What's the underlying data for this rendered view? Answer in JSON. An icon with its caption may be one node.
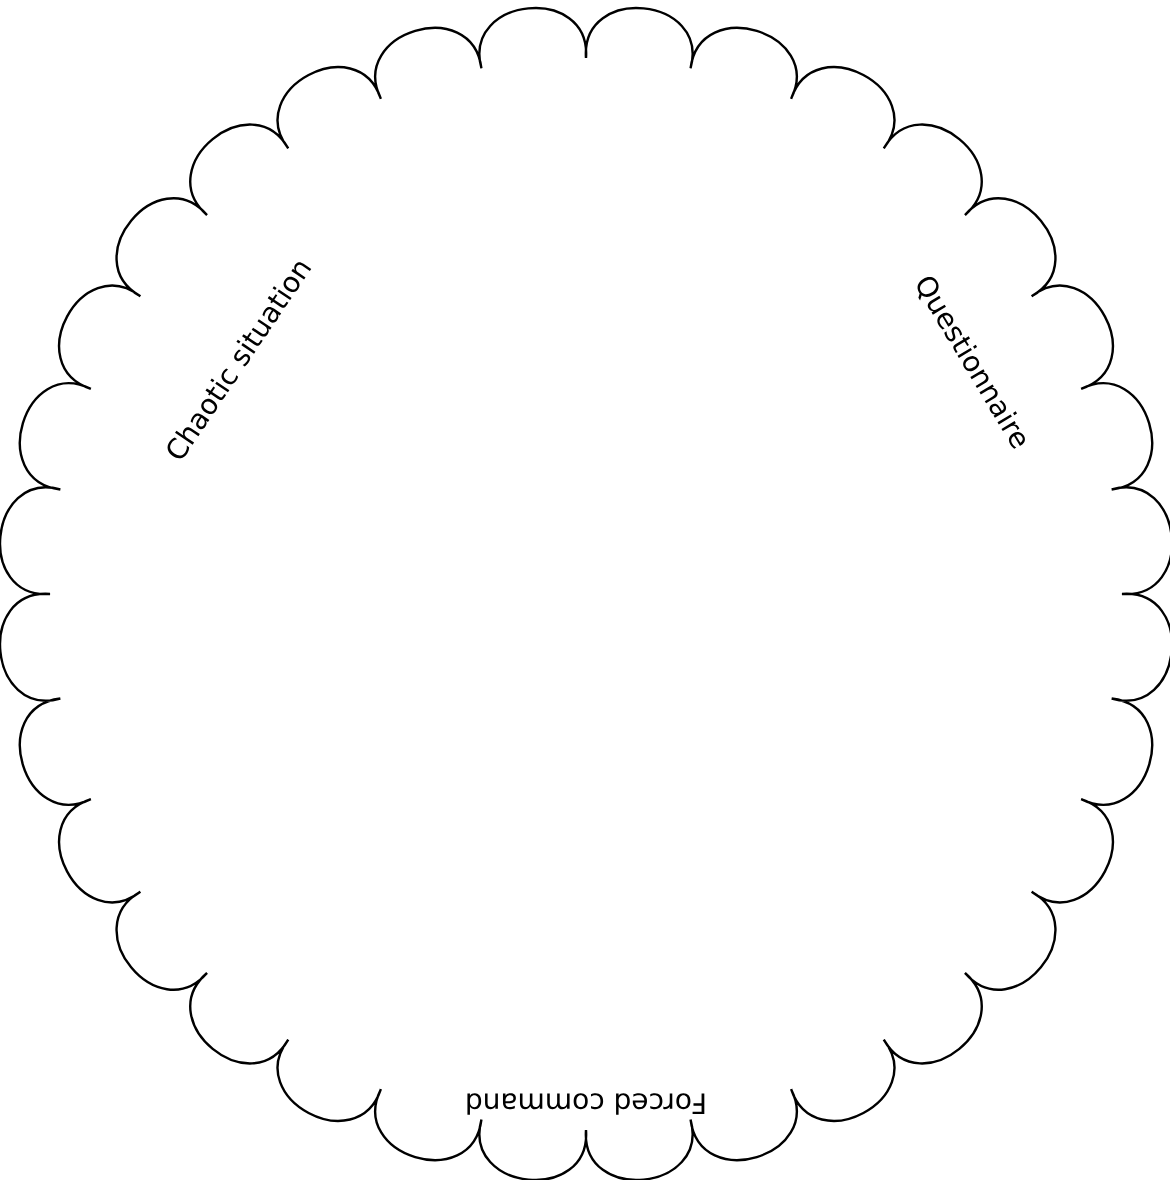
{
  "diagram": {
    "nodes": [
      {
        "text": [
          "Chaotic situation",
          "Questionnaire",
          "Forced command"
        ]
      }
    ]
  }
}
